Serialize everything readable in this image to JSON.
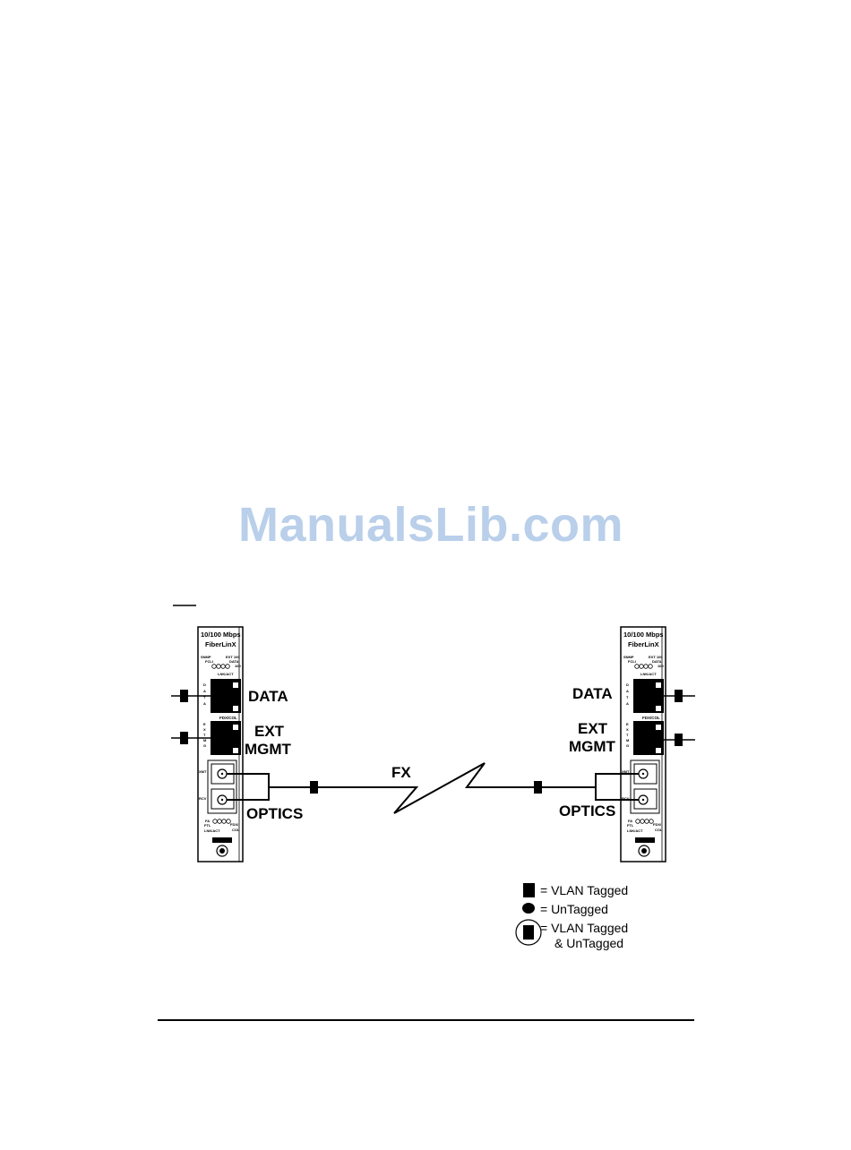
{
  "watermark": "ManualsLib.com",
  "left_module": {
    "speed": "10/100 Mbps",
    "brand": "FiberLinX",
    "led_top_left": "SNMP",
    "led_top_left2": "FCLI",
    "led_top_right": "EXT 100",
    "led_top_right2": "DATA",
    "led_top_right3": "100",
    "lnk_act": "LNK/ACT",
    "port1_vertical": "DATA",
    "fdx_col": "FDX/COL",
    "port2_vertical": "EXT MGMT",
    "xmt": "XMT",
    "rcv": "RCV",
    "led_bot_fa": "FA",
    "led_bot_ftl": "FTL",
    "led_bot_lnkact": "LNK/ACT",
    "led_bot_fdx": "FDX/",
    "led_bot_col": "COL"
  },
  "right_module": {
    "speed": "10/100 Mbps",
    "brand": "FiberLinX",
    "led_top_left": "SNMP",
    "led_top_left2": "FCLI",
    "led_top_right": "EXT 100",
    "led_top_right2": "DATA",
    "led_top_right3": "100",
    "lnk_act": "LNK/ACT",
    "port1_vertical": "DATA",
    "fdx_col": "FDX/COL",
    "port2_vertical": "EXT MGMT",
    "xmt": "XMT",
    "rcv": "RCV",
    "led_bot_fa": "FA",
    "led_bot_ftl": "FTL",
    "led_bot_lnkact": "LNK/ACT",
    "led_bot_fdx": "FDX/",
    "led_bot_col": "COL"
  },
  "labels": {
    "left_data": "DATA",
    "left_ext": "EXT",
    "left_mgmt": "MGMT",
    "left_optics": "OPTICS",
    "right_data": "DATA",
    "right_ext": "EXT",
    "right_mgmt": "MGMT",
    "right_optics": "OPTICS",
    "fx": "FX"
  },
  "legend": {
    "tagged": "= VLAN Tagged",
    "untagged": "= UnTagged",
    "both_line1": "= VLAN Tagged",
    "both_line2": "& UnTagged"
  }
}
